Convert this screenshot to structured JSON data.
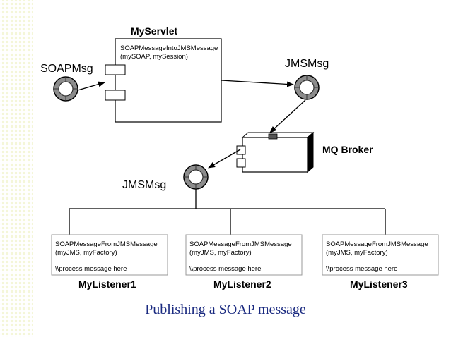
{
  "servlet": {
    "title": "MyServlet",
    "call_line1": "SOAPMessageIntoJMSMessage",
    "call_line2": "(mySOAP, mySession)"
  },
  "messages": {
    "soap": "SOAPMsg",
    "jms_top": "JMSMsg",
    "jms_bottom": "JMSMsg"
  },
  "broker": {
    "title": "MQ Broker"
  },
  "listeners": [
    {
      "line1": "SOAPMessageFromJMSMessage",
      "line2": "(myJMS, myFactory)",
      "line3": "\\\\process message here",
      "name": "MyListener1"
    },
    {
      "line1": "SOAPMessageFromJMSMessage",
      "line2": "(myJMS, myFactory)",
      "line3": "\\\\process message here",
      "name": "MyListener2"
    },
    {
      "line1": "SOAPMessageFromJMSMessage",
      "line2": "(myJMS, myFactory)",
      "line3": "\\\\process message here",
      "name": "MyListener3"
    }
  ],
  "caption": "Publishing a SOAP message"
}
